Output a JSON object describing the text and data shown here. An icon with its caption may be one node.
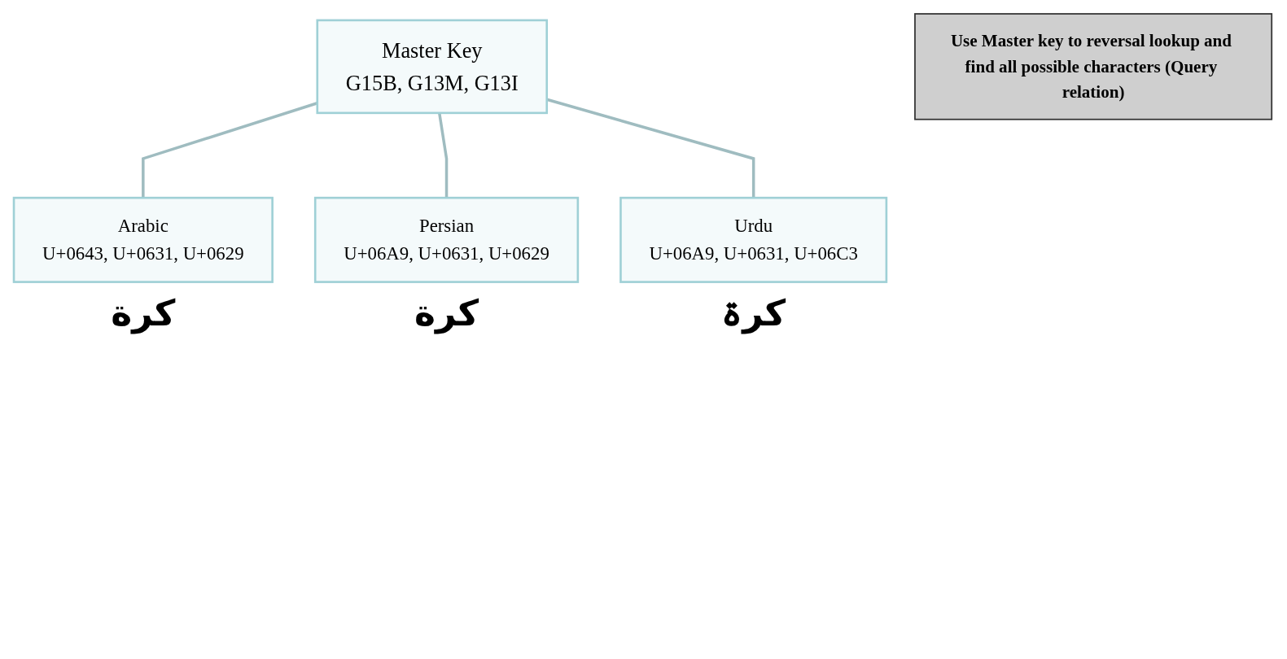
{
  "diagram": {
    "nodes": [
      {
        "text": [
          "Master Key",
          "G15B, G13M, G13I"
        ]
      },
      {
        "text": [
          "Arabic",
          "U+0643, U+0631, U+0629"
        ],
        "beside": [
          "كرة"
        ]
      },
      {
        "text": [
          "Persian",
          "U+06A9, U+0631, U+0629"
        ],
        "beside": [
          "کرة"
        ]
      },
      {
        "text": [
          "Urdu",
          "U+06A9, U+0631, U+06C3"
        ],
        "beside": [
          "کرۃ"
        ]
      },
      {
        "text": [
          "Use Master key to reversal lookup and find all possible characters (Query relation)"
        ]
      }
    ],
    "edges": [
      {
        "from": 0,
        "to": 1,
        "arrow": "none"
      },
      {
        "from": 0,
        "to": 2,
        "arrow": "none"
      },
      {
        "from": 0,
        "to": 3,
        "arrow": "none"
      }
    ]
  }
}
